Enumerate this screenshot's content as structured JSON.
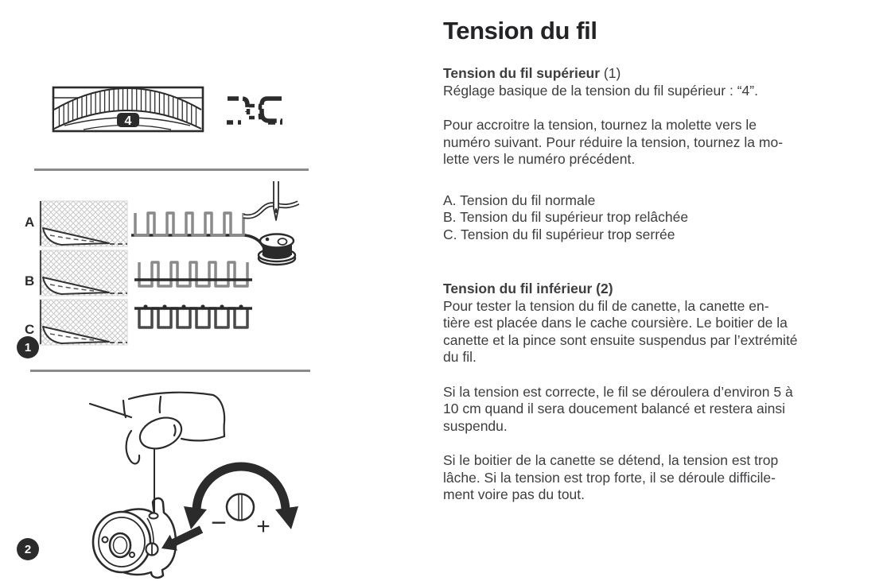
{
  "article": {
    "title": "Tension du fil",
    "upper": {
      "heading_bold": "Tension du fil supérieur",
      "heading_note": " (1)",
      "intro": "Réglage basique de la tension du fil supérieur : “4”.",
      "para": "Pour accroitre la tension, tournez la molette vers le\nnuméro suivant. Pour réduire la tension, tournez la mo-\nlette vers le numéro précédent.",
      "legend": "A. Tension du fil normale\nB. Tension du fil supérieur trop relâchée\nC. Tension du fil supérieur trop serrée"
    },
    "lower": {
      "heading": "Tension du fil inférieur (2)",
      "para1": "Pour tester la tension du fil de canette, la canette en-\ntière est placée dans le cache coursière. Le boitier de la\ncanette et la pince sont ensuite suspendus par l’extrémité\ndu fil.",
      "para2": "Si la tension est correcte, le fil se déroulera d’environ 5 à\n10 cm quand il sera doucement balancé et restera ainsi\nsuspendu.",
      "para3": "Si le boitier de la canette se détend, la tension est trop\nlâche. Si la tension est trop forte, il se déroule difficile-\nment voire pas du tout."
    }
  },
  "figures": {
    "dial_value": "4",
    "row_a_label": "A",
    "row_b_label": "B",
    "row_c_label": "C",
    "figure1_badge": "1",
    "figure2_badge": "2",
    "minus_label": "−",
    "plus_label": "+"
  },
  "colors": {
    "ink": "#2b2b2b",
    "thread_gray": "#8a8a8c",
    "hatch_gray": "#c9c9c9",
    "divider_gray": "#8b8b8b"
  }
}
